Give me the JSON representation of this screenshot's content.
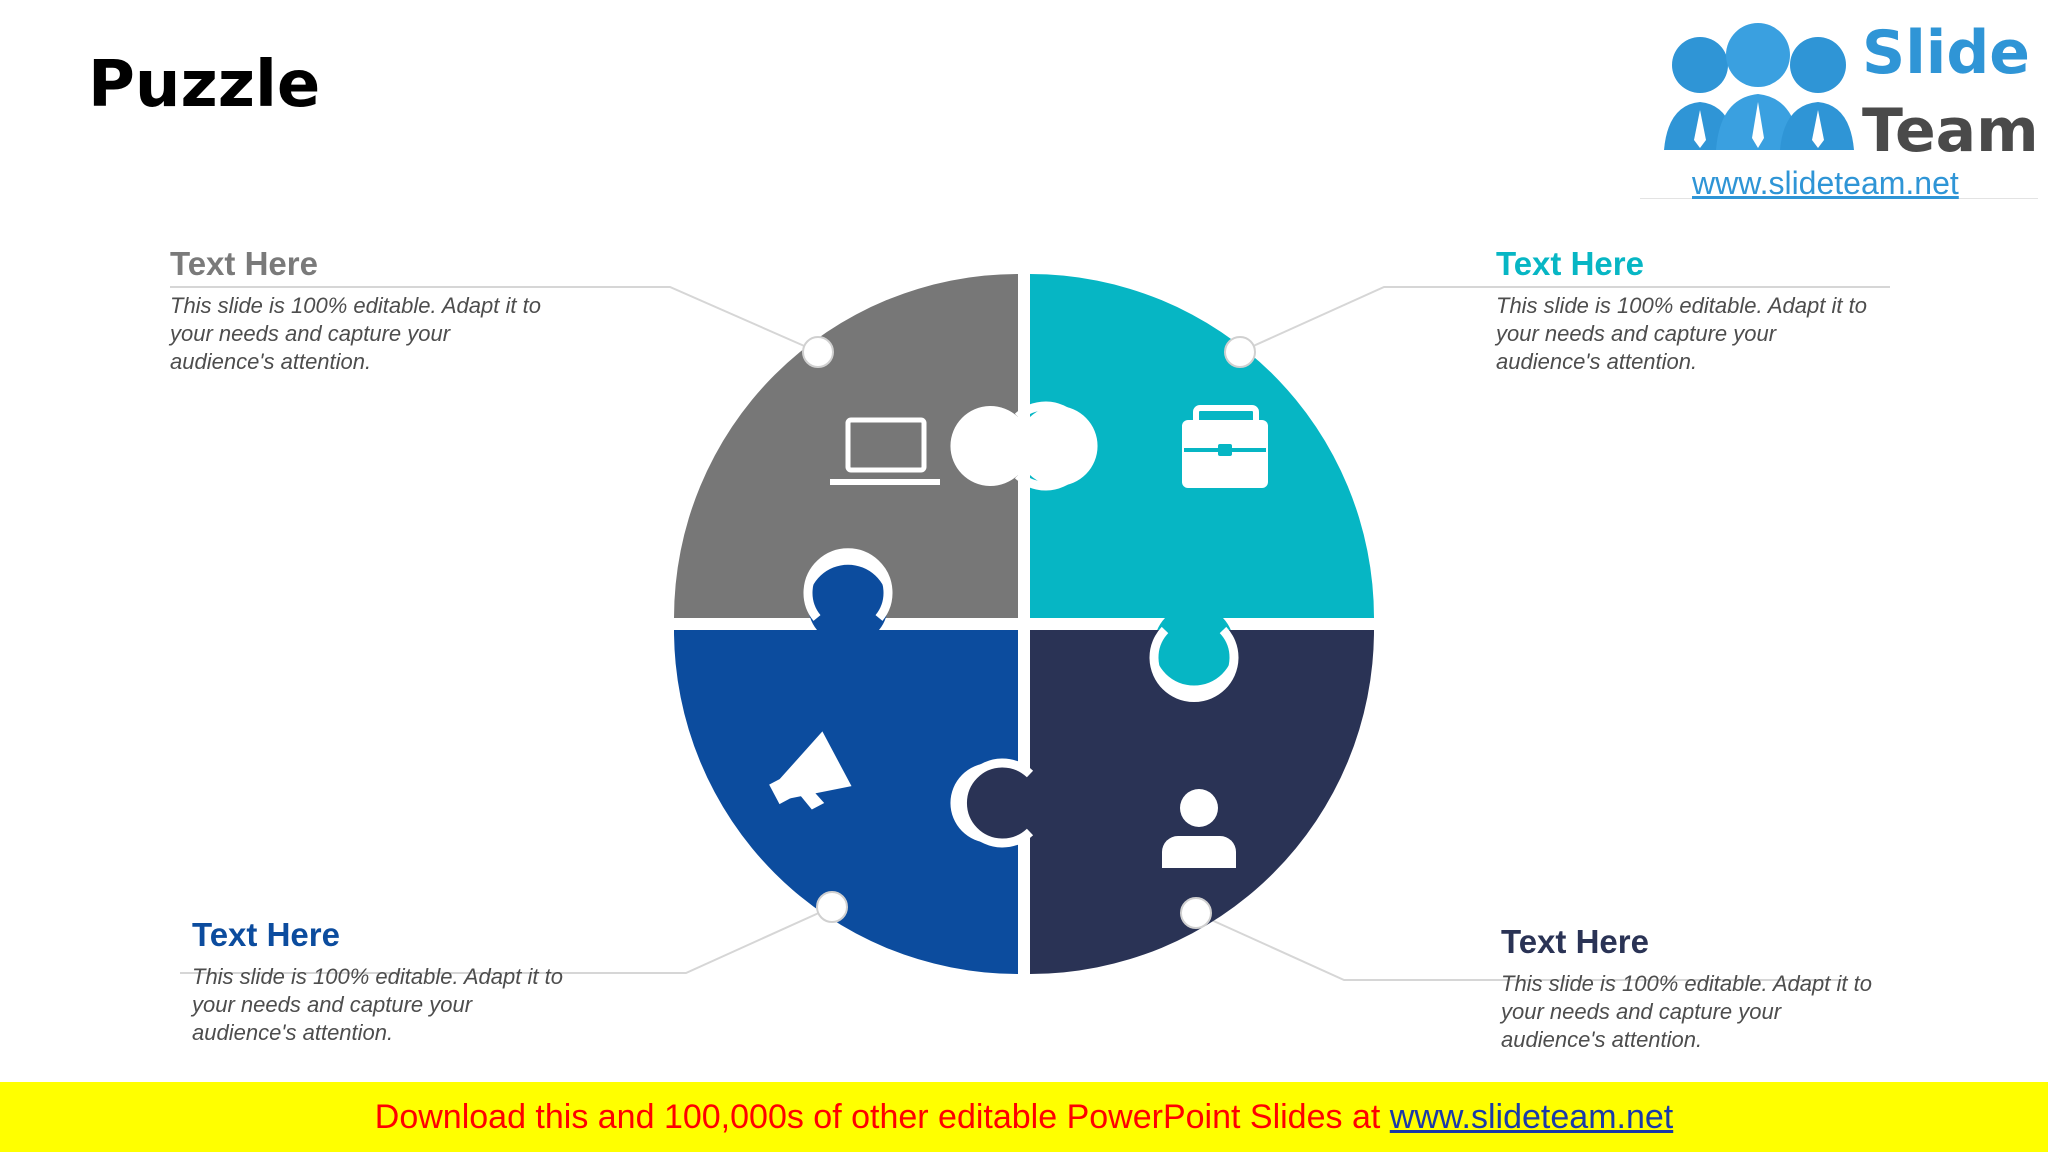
{
  "title": "Puzzle",
  "logo": {
    "word1": "Slide",
    "word2": "Team",
    "url": "www.slideteam.net"
  },
  "colors": {
    "gray": "#777777",
    "teal": "#06b6c4",
    "blue": "#0c4c9e",
    "navy": "#2a3355"
  },
  "items": [
    {
      "heading": "Text Here",
      "body": "This slide is 100% editable. Adapt it to your needs and capture your audience's attention.",
      "icon": "laptop-icon"
    },
    {
      "heading": "Text Here",
      "body": "This slide is 100% editable. Adapt it to your needs and capture your audience's attention.",
      "icon": "briefcase-icon"
    },
    {
      "heading": "Text Here",
      "body": "This slide is 100% editable. Adapt it to your needs and capture your audience's attention.",
      "icon": "megaphone-icon"
    },
    {
      "heading": "Text Here",
      "body": "This slide is 100% editable. Adapt it to your needs and capture your audience's attention.",
      "icon": "user-icon"
    }
  ],
  "footer": {
    "text": "Download this and 100,000s of other editable PowerPoint Slides at ",
    "link": "www.slideteam.net"
  }
}
